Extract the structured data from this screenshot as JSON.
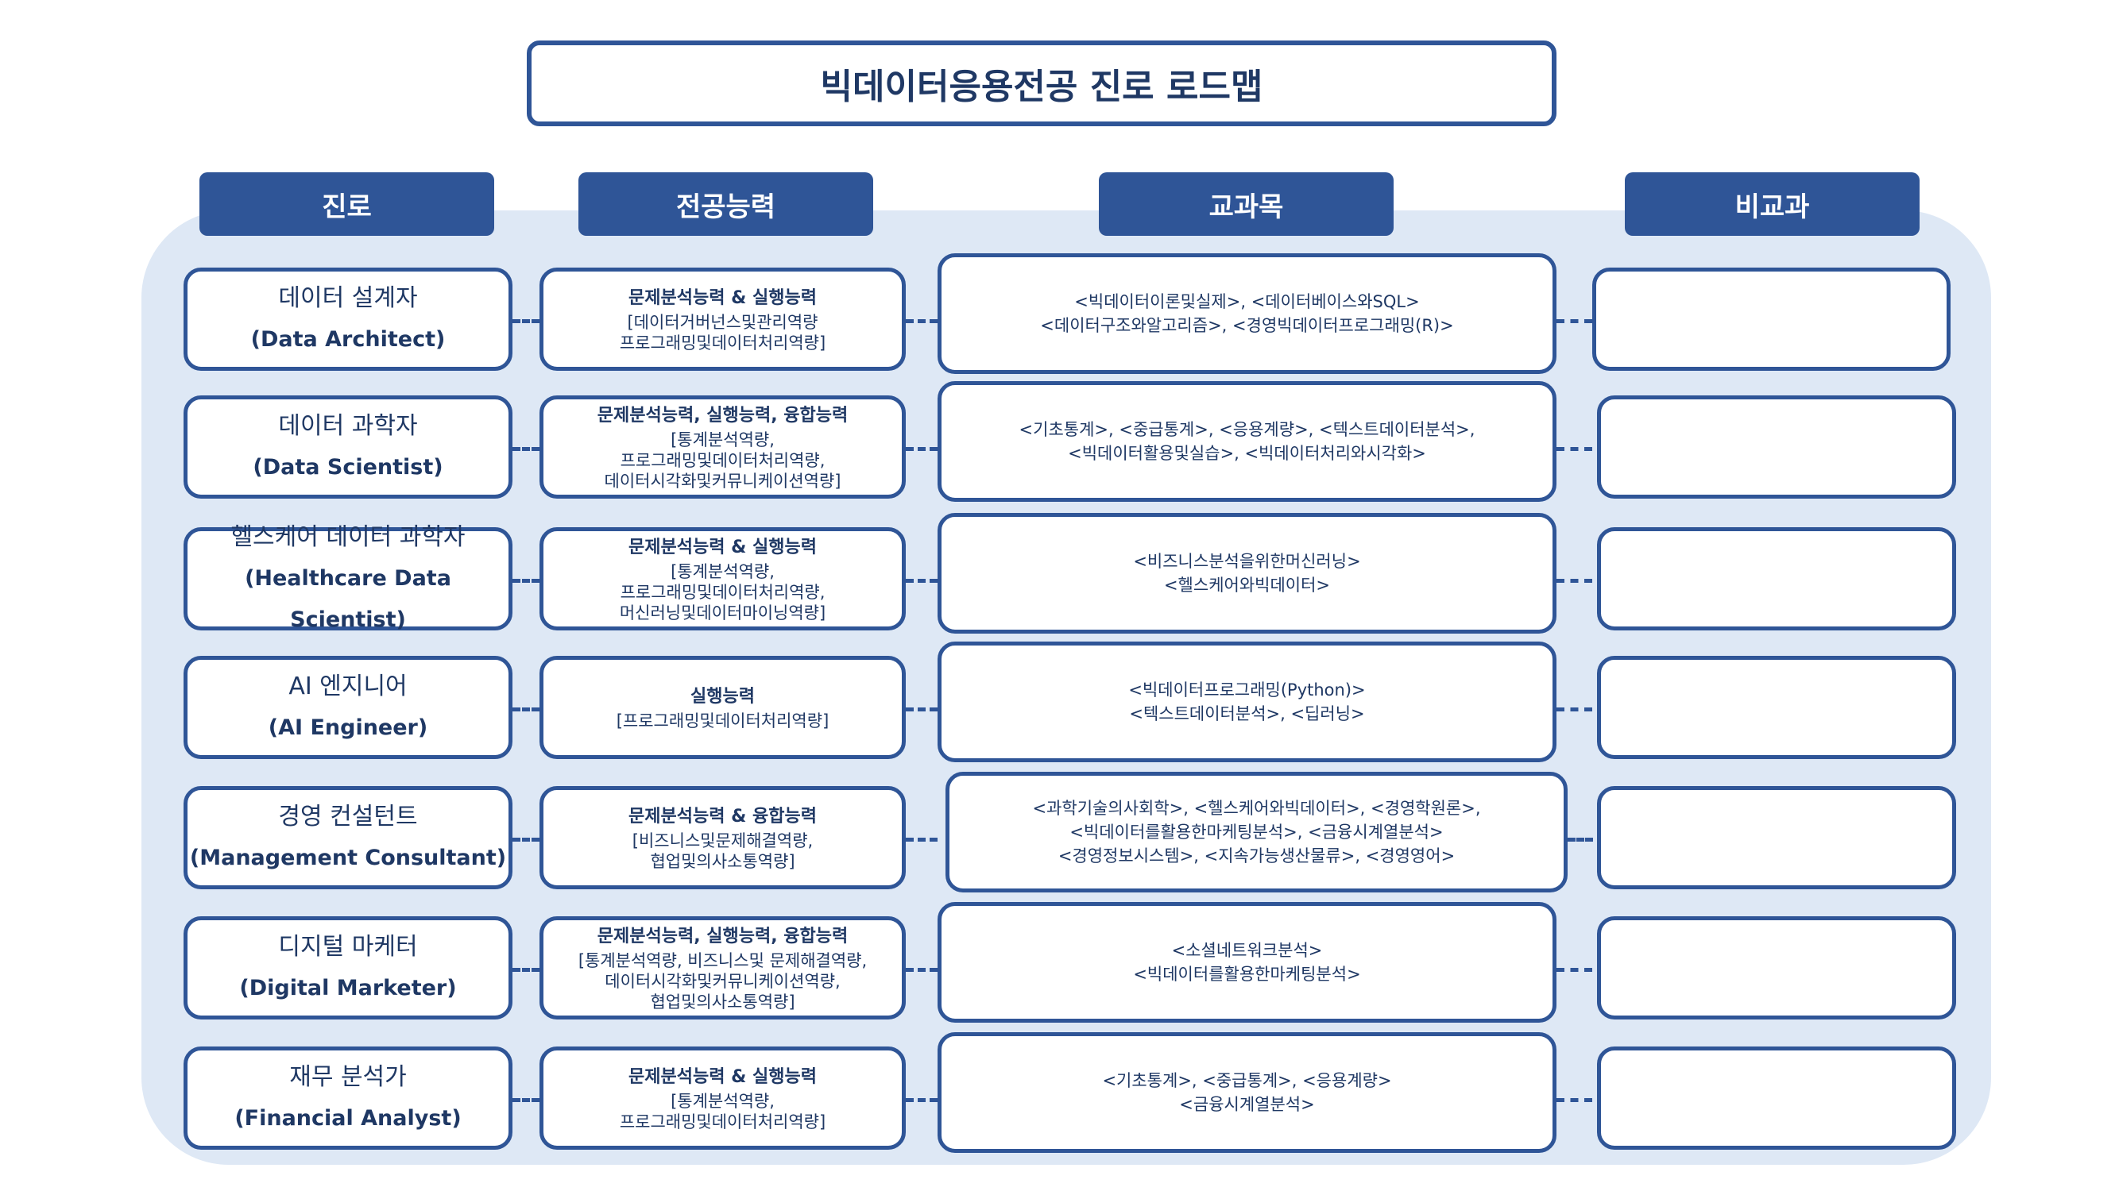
{
  "title": "빅데이터응용전공 진로 로드맵",
  "headers": {
    "career": "진로",
    "competency": "전공능력",
    "courses": "교과목",
    "extra": "비교과"
  },
  "colors": {
    "primary": "#2f5597",
    "panel": "#dee8f5"
  },
  "rows": [
    {
      "career_ko": "데이터 설계자",
      "career_en": "(Data Architect)",
      "comp_title": "문제분석능력 & 실행능력",
      "comp_detail": "[데이터거버넌스및관리역량\n프로그래밍및데이터처리역량]",
      "courses": "<빅데이터이론및실제>, <데이터베이스와SQL>\n<데이터구조와알고리즘>, <경영빅데이터프로그래밍(R)>",
      "extra": ""
    },
    {
      "career_ko": "데이터 과학자",
      "career_en": "(Data Scientist)",
      "comp_title": "문제분석능력, 실행능력, 융합능력",
      "comp_detail": "[통계분석역량,\n프로그래밍및데이터처리역량,\n데이터시각화및커뮤니케이션역량]",
      "courses": "<기초통계>, <중급통계>, <응용계량>, <텍스트데이터분석>,\n<빅데이터활용및실습>, <빅데이터처리와시각화>",
      "extra": ""
    },
    {
      "career_ko": "헬스케어 데이터 과학자",
      "career_en": "(Healthcare Data Scientist)",
      "comp_title": "문제분석능력 & 실행능력",
      "comp_detail": "[통계분석역량,\n프로그래밍및데이터처리역량,\n머신러닝및데이터마이닝역량]",
      "courses": "<비즈니스분석을위한머신러닝>\n<헬스케어와빅데이터>",
      "extra": ""
    },
    {
      "career_ko": "AI 엔지니어",
      "career_en": "(AI Engineer)",
      "comp_title": "실행능력",
      "comp_detail": "[프로그래밍및데이터처리역량]",
      "courses": "<빅데이터프로그래밍(Python)>\n<텍스트데이터분석>, <딥러닝>",
      "extra": ""
    },
    {
      "career_ko": "경영 컨설턴트",
      "career_en": "(Management Consultant)",
      "comp_title": "문제분석능력 & 융합능력",
      "comp_detail": "[비즈니스및문제해결역량,\n협업및의사소통역량]",
      "courses": "<과학기술의사회학>, <헬스케어와빅데이터>, <경영학원론>,\n<빅데이터를활용한마케팅분석>, <금융시계열분석>\n<경영정보시스템>, <지속가능생산물류>, <경영영어>",
      "extra": ""
    },
    {
      "career_ko": "디지털 마케터",
      "career_en": "(Digital Marketer)",
      "comp_title": "문제분석능력, 실행능력, 융합능력",
      "comp_detail": "[통계분석역량, 비즈니스및 문제해결역량,\n데이터시각화및커뮤니케이션역량,\n협업및의사소통역량]",
      "courses": "<소셜네트워크분석>\n<빅데이터를활용한마케팅분석>",
      "extra": ""
    },
    {
      "career_ko": "재무 분석가",
      "career_en": "(Financial Analyst)",
      "comp_title": "문제분석능력 & 실행능력",
      "comp_detail": "[통계분석역량,\n프로그래밍및데이터처리역량]",
      "courses": "<기초통계>, <중급통계>, <응용계량>\n<금융시계열분석>",
      "extra": ""
    }
  ]
}
